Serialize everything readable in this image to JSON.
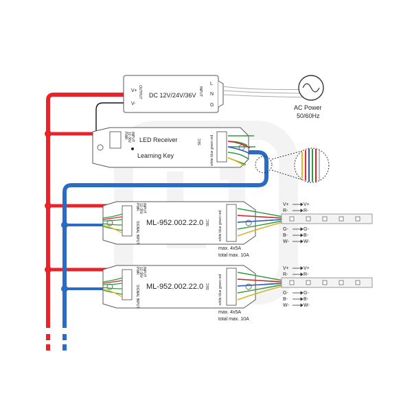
{
  "colors": {
    "positive_wire": "#e8232a",
    "negative_wire": "#2a6cc4",
    "green_wire": "#2e9a3e",
    "blue_wire": "#2a56c6",
    "red_wire": "#d8242a",
    "white_wire": "#bdbdbd",
    "yellow_wire": "#e8b51c",
    "watermark": "#ececec"
  },
  "power_supply": {
    "label": "DC 12V/24V/36V",
    "output_label": "OUTPUT",
    "input_label": "INPUT",
    "v_plus": "V+",
    "v_minus": "V-",
    "l": "L",
    "n": "N",
    "g": "G"
  },
  "ac_power": {
    "title": "AC Power",
    "freq": "50/60Hz",
    "icon": "sine-wave-icon"
  },
  "receiver": {
    "title": "LED Receiver",
    "learning_key": "Learning Key",
    "input_label": "INPUT",
    "voltage_label": "12-36V",
    "pwr_label": "PWR",
    "sec_label": "SEC",
    "channels": "white blue green red"
  },
  "amplifiers": [
    {
      "model": "ML-952.002.22.0",
      "input_label": "INPUT",
      "voltage_label": "12-36V",
      "pwr_label": "PWR",
      "signal_label": "SIGNAL INPUT",
      "sec_label": "SEC",
      "channels": "white blue green red",
      "max": "max. 4x5A",
      "total": "total max. 10A",
      "strip_left": [
        "V+",
        "R-",
        "G-",
        "B-",
        "W-"
      ],
      "strip_right": [
        "V+",
        "R-",
        "G-",
        "B-",
        "W-"
      ]
    },
    {
      "model": "ML-952.002.22.0",
      "input_label": "INPUT",
      "voltage_label": "12-36V",
      "pwr_label": "PWR",
      "signal_label": "SIGNAL INPUT",
      "sec_label": "SEC",
      "channels": "white blue green red",
      "max": "max. 4x5A",
      "total": "total max. 10A",
      "strip_left": [
        "V+",
        "R-",
        "G-",
        "B-",
        "W-"
      ],
      "strip_right": [
        "V+",
        "R-",
        "G-",
        "B-",
        "W-"
      ]
    }
  ]
}
